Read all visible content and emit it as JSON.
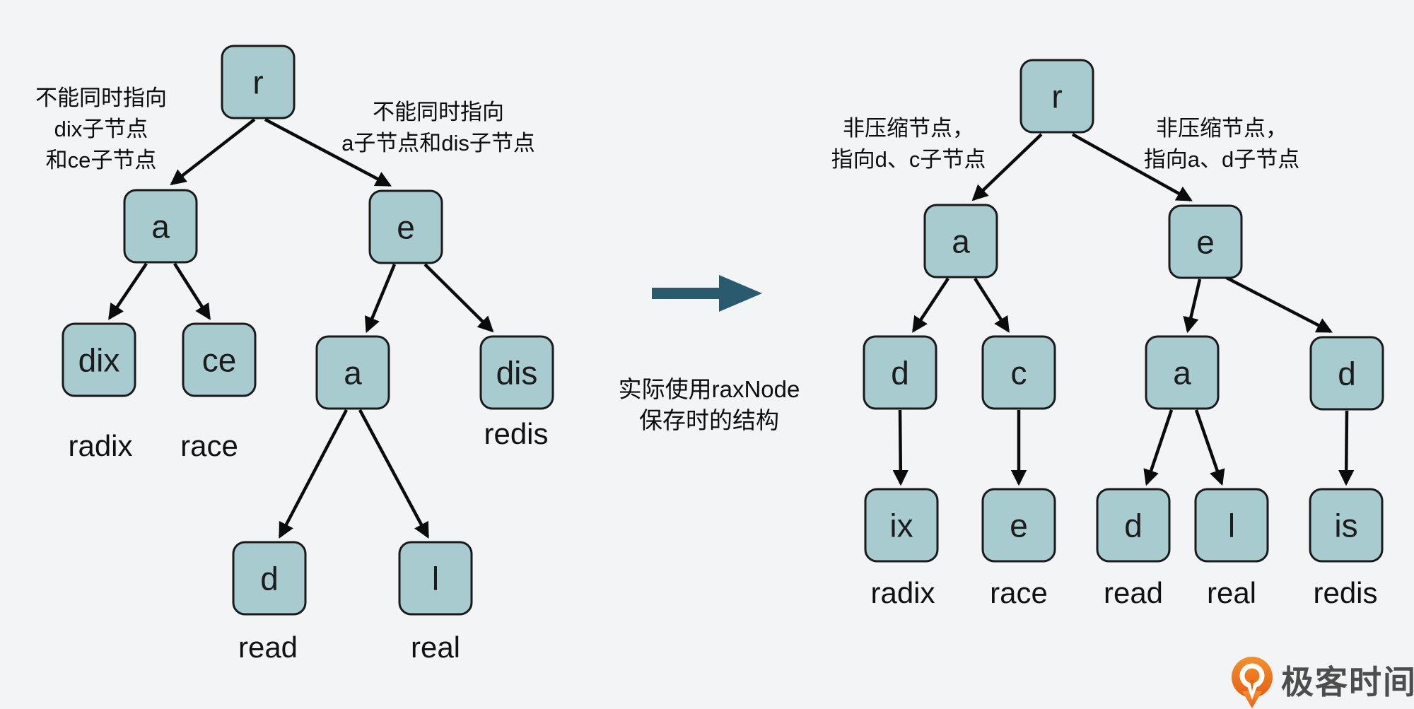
{
  "left_tree": {
    "nodes": {
      "r": "r",
      "a1": "a",
      "e": "e",
      "dix": "dix",
      "ce": "ce",
      "a2": "a",
      "dis": "dis",
      "d": "d",
      "l": "l"
    },
    "edges": [
      "r-a1",
      "r-e",
      "a1-dix",
      "a1-ce",
      "e-a2",
      "e-dis",
      "a2-d",
      "a2-l"
    ],
    "word_labels": {
      "radix": "radix",
      "race": "race",
      "redis": "redis",
      "read": "read",
      "real": "real"
    },
    "annotation_root_left": {
      "line1": "不能同时指向",
      "line2": "dix子节点",
      "line3": "和ce子节点"
    },
    "annotation_root_right": {
      "line1": "不能同时指向",
      "line2": "a子节点和dis子节点"
    }
  },
  "transform_note": {
    "caption_line1": "实际使用raxNode",
    "caption_line2": "保存时的结构"
  },
  "right_tree": {
    "nodes": {
      "r": "r",
      "a1": "a",
      "e1": "e",
      "d1": "d",
      "c": "c",
      "a2": "a",
      "d2": "d",
      "ix": "ix",
      "e2": "e",
      "d3": "d",
      "l": "l",
      "is": "is"
    },
    "edges": [
      "r-a1",
      "r-e1",
      "a1-d1",
      "a1-c",
      "e1-a2",
      "e1-d2",
      "d1-ix",
      "c-e2",
      "a2-d3",
      "a2-l",
      "d2-is"
    ],
    "word_labels": {
      "radix": "radix",
      "race": "race",
      "read": "read",
      "real": "real",
      "redis": "redis"
    },
    "annotation_root_left": {
      "line1": "非压缩节点，",
      "line2": "指向d、c子节点"
    },
    "annotation_root_right": {
      "line1": "非压缩节点，",
      "line2": "指向a、d子节点"
    }
  },
  "logo": {
    "brand_text": "极客时间"
  },
  "colors": {
    "background": "#f2f4f5",
    "node_fill": "#a8cbd0",
    "node_border": "#1a1a1a",
    "edge": "#0b0b0b",
    "big_arrow": "#2a5a6e",
    "logo_orange": "#ee7623",
    "logo_text": "#4d4d4d"
  }
}
